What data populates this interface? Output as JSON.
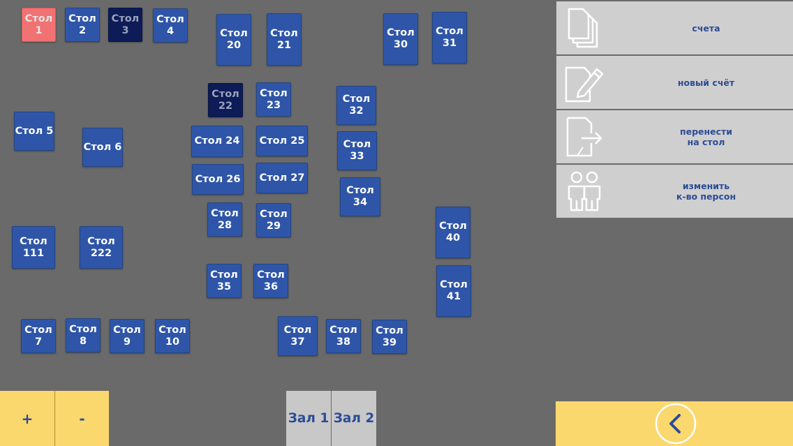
{
  "colors": {
    "background": "#6a6a6a",
    "table_free": "#2e55a8",
    "table_busy": "#f07272",
    "table_selected": "#0d1b57",
    "panel": "#cfcfcf",
    "accent_yellow": "#fbd86e",
    "label_blue": "#2c4c95"
  },
  "tables": [
    {
      "label": "Стол\n1",
      "state": "busy"
    },
    {
      "label": "Стол\n2",
      "state": "free"
    },
    {
      "label": "Стол\n3",
      "state": "selected"
    },
    {
      "label": "Стол\n4",
      "state": "free"
    },
    {
      "label": "Стол\n20",
      "state": "free"
    },
    {
      "label": "Стол\n21",
      "state": "free"
    },
    {
      "label": "Стол\n30",
      "state": "free"
    },
    {
      "label": "Стол\n31",
      "state": "free"
    },
    {
      "label": "Стол\n22",
      "state": "selected"
    },
    {
      "label": "Стол\n23",
      "state": "free"
    },
    {
      "label": "Стол\n32",
      "state": "free"
    },
    {
      "label": "Стол 5",
      "state": "free"
    },
    {
      "label": "Стол 6",
      "state": "free"
    },
    {
      "label": "Стол 24",
      "state": "free"
    },
    {
      "label": "Стол 25",
      "state": "free"
    },
    {
      "label": "Стол\n33",
      "state": "free"
    },
    {
      "label": "Стол 26",
      "state": "free"
    },
    {
      "label": "Стол 27",
      "state": "free"
    },
    {
      "label": "Стол\n34",
      "state": "free"
    },
    {
      "label": "Стол\n28",
      "state": "free"
    },
    {
      "label": "Стол\n29",
      "state": "free"
    },
    {
      "label": "Стол\n40",
      "state": "free"
    },
    {
      "label": "Стол\n111",
      "state": "free"
    },
    {
      "label": "Стол\n222",
      "state": "free"
    },
    {
      "label": "Стол\n35",
      "state": "free"
    },
    {
      "label": "Стол\n36",
      "state": "free"
    },
    {
      "label": "Стол\n41",
      "state": "free"
    },
    {
      "label": "Стол\n7",
      "state": "free"
    },
    {
      "label": "Стол\n8",
      "state": "free"
    },
    {
      "label": "Стол\n9",
      "state": "free"
    },
    {
      "label": "Стол\n10",
      "state": "free"
    },
    {
      "label": "Стол\n37",
      "state": "free"
    },
    {
      "label": "Стол\n38",
      "state": "free"
    },
    {
      "label": "Стол\n39",
      "state": "free"
    }
  ],
  "actions": [
    {
      "label": "счета",
      "icon": "documents-icon"
    },
    {
      "label": "новый счёт",
      "icon": "edit-document-icon"
    },
    {
      "label": "перенести\nна стол",
      "icon": "move-document-icon"
    },
    {
      "label": "изменить\nк-во персон",
      "icon": "people-icon"
    }
  ],
  "zoom": {
    "plus": "+",
    "minus": "-"
  },
  "halls": [
    {
      "label": "Зал 1"
    },
    {
      "label": "Зал 2"
    }
  ],
  "back": {
    "icon": "back-arrow-icon"
  }
}
